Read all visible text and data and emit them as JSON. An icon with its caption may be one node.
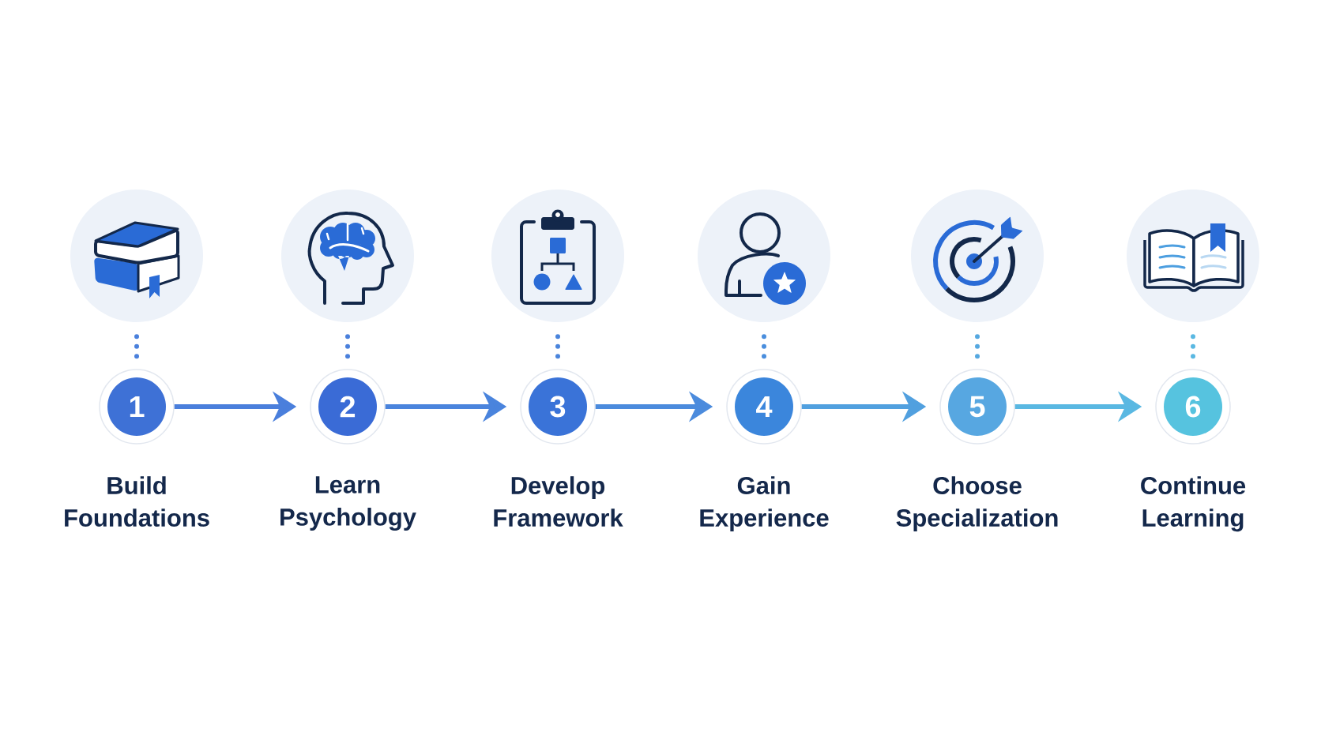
{
  "diagram": {
    "nodes": [
      {
        "text": [],
        "shape": "picture"
      },
      {
        "text": [],
        "shape": "picture"
      },
      {
        "text": [],
        "shape": "picture"
      },
      {
        "text": [],
        "shape": "picture"
      },
      {
        "text": [],
        "shape": "picture"
      },
      {
        "text": [],
        "shape": "picture"
      },
      {
        "text": [
          "1"
        ],
        "beside": [
          "Build Foundations"
        ]
      },
      {
        "text": [
          "2"
        ],
        "beside": [
          "Learn Psychology"
        ]
      },
      {
        "text": [
          "3"
        ],
        "beside": [
          "Develop Framework"
        ]
      },
      {
        "text": [
          "4"
        ],
        "beside": [
          "Gain Experience"
        ]
      },
      {
        "text": [
          "5"
        ],
        "beside": [
          "Choose Specialization"
        ]
      },
      {
        "text": [
          "6"
        ],
        "beside": [
          "Continue Learning"
        ]
      }
    ],
    "edges": [
      {
        "from": 6,
        "to": 7,
        "arrow": "to",
        "color": "#4a7fdc"
      },
      {
        "from": 7,
        "to": 8,
        "arrow": "to",
        "color": "#4a84dd"
      },
      {
        "from": 8,
        "to": 9,
        "arrow": "to",
        "color": "#4b8bdd"
      },
      {
        "from": 9,
        "to": 10,
        "arrow": "to",
        "color": "#51a0df"
      },
      {
        "from": 10,
        "to": 11,
        "arrow": "to",
        "color": "#5ab8e2"
      },
      {
        "from": 0,
        "to": 6,
        "arrow": "none",
        "style": "dashed",
        "color": "#4a80dc"
      },
      {
        "from": 1,
        "to": 7,
        "arrow": "none",
        "style": "dashed",
        "color": "#4a80dc"
      },
      {
        "from": 2,
        "to": 8,
        "arrow": "none",
        "style": "dashed",
        "color": "#4a84dc"
      },
      {
        "from": 3,
        "to": 9,
        "arrow": "none",
        "style": "dashed",
        "color": "#4a8edd"
      },
      {
        "from": 4,
        "to": 10,
        "arrow": "none",
        "style": "dashed",
        "color": "#55a8e0"
      },
      {
        "from": 5,
        "to": 11,
        "arrow": "none",
        "style": "dashed",
        "color": "#5ab8e2"
      }
    ]
  }
}
